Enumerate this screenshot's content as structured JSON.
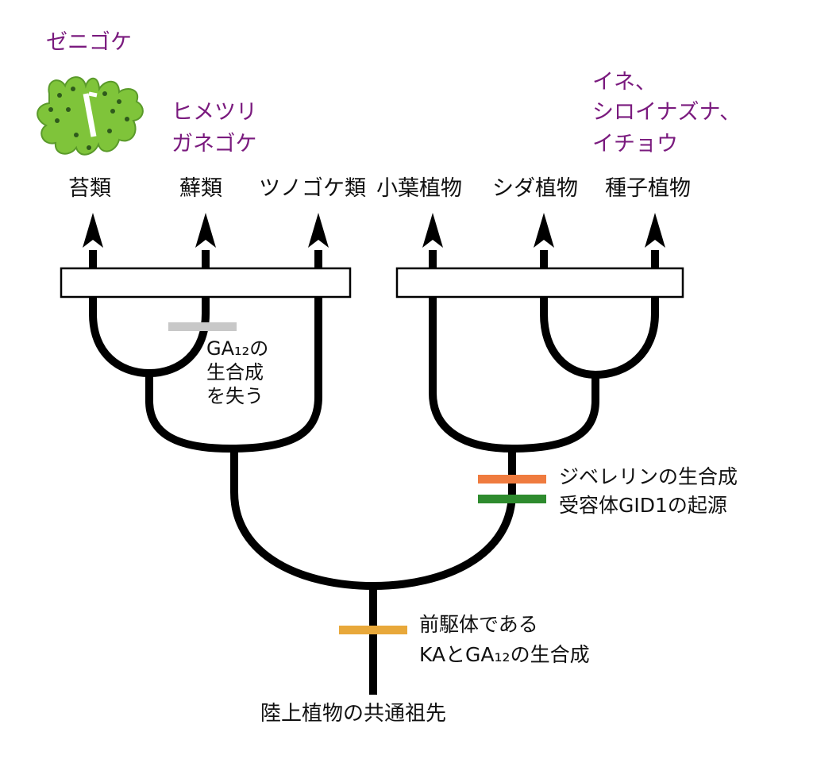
{
  "title": "",
  "leaves": {
    "liverworts": "苔類",
    "mosses": "蘚類",
    "hornworts": "ツノゴケ類",
    "lycophytes": "小葉植物",
    "ferns": "シダ植物",
    "seed_plants": "種子植物"
  },
  "examples": {
    "marchantia": "ゼニゴケ",
    "physcomitrella_line1": "ヒメツリ",
    "physcomitrella_line2": "ガネゴケ",
    "seed_examples_line1": "イネ、",
    "seed_examples_line2": "シロイナズナ、",
    "seed_examples_line3": "イチョウ"
  },
  "annotations": {
    "ga12_loss_line1": "GA₁₂の",
    "ga12_loss_line2": "生合成",
    "ga12_loss_line3": "を失う",
    "gibberellin_biosynthesis": "ジベレリンの生合成",
    "gid1_origin": "受容体GID1の起源",
    "precursor_line1": "前駆体である",
    "precursor_line2": "KAとGA₁₂の生合成"
  },
  "root_label": "陸上植物の共通祖先",
  "colors": {
    "branch": "#000000",
    "ga12_loss_bar": "#c8c8c8",
    "gibberellin_bar": "#ef7b3f",
    "gid1_bar": "#2e8b2e",
    "precursor_bar": "#e8a83a",
    "example_text": "#7a1a7e",
    "liverwort_green": "#7fc43a"
  },
  "icons": [
    "up-arrow-icon",
    "liverwort-thallus-image"
  ]
}
